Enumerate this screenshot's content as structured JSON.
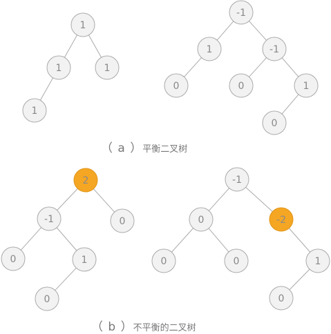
{
  "colors": {
    "node_fill": "#f2f2f2",
    "node_stroke": "#aaaaaa",
    "node_text": "#888888",
    "edge": "#aaaaaa",
    "highlight_fill": "#f5a623",
    "highlight_stroke": "#e0951a",
    "highlight_text": "#8a8a8a"
  },
  "captions": {
    "a": {
      "open": "（ a ）",
      "text": "平衡二叉树"
    },
    "b": {
      "open": "（ b ）",
      "text": "不平衡的二叉树"
    }
  },
  "trees": [
    {
      "id": "a-left",
      "nodes": [
        {
          "id": "n1",
          "label": "1"
        },
        {
          "id": "n2",
          "label": "1"
        },
        {
          "id": "n3",
          "label": "1"
        },
        {
          "id": "n4",
          "label": "1"
        }
      ],
      "edges": [
        [
          "n1",
          "n2"
        ],
        [
          "n1",
          "n3"
        ],
        [
          "n2",
          "n4"
        ]
      ]
    },
    {
      "id": "a-right",
      "nodes": [
        {
          "id": "n1",
          "label": "-1"
        },
        {
          "id": "n2",
          "label": "1"
        },
        {
          "id": "n3",
          "label": "-1"
        },
        {
          "id": "n4",
          "label": "0"
        },
        {
          "id": "n5",
          "label": "0"
        },
        {
          "id": "n6",
          "label": "1"
        },
        {
          "id": "n7",
          "label": "0"
        }
      ],
      "edges": [
        [
          "n1",
          "n2"
        ],
        [
          "n1",
          "n3"
        ],
        [
          "n2",
          "n4"
        ],
        [
          "n3",
          "n5"
        ],
        [
          "n3",
          "n6"
        ],
        [
          "n6",
          "n7"
        ]
      ]
    },
    {
      "id": "b-left",
      "nodes": [
        {
          "id": "n1",
          "label": "2",
          "highlight": true
        },
        {
          "id": "n2",
          "label": "-1"
        },
        {
          "id": "n3",
          "label": "0"
        },
        {
          "id": "n4",
          "label": "0"
        },
        {
          "id": "n5",
          "label": "1"
        },
        {
          "id": "n6",
          "label": "0"
        }
      ],
      "edges": [
        [
          "n1",
          "n2"
        ],
        [
          "n1",
          "n3"
        ],
        [
          "n2",
          "n4"
        ],
        [
          "n2",
          "n5"
        ],
        [
          "n5",
          "n6"
        ]
      ]
    },
    {
      "id": "b-right",
      "nodes": [
        {
          "id": "n1",
          "label": "-1"
        },
        {
          "id": "n2",
          "label": "0"
        },
        {
          "id": "n3",
          "label": "-2",
          "highlight": true
        },
        {
          "id": "n4",
          "label": "0"
        },
        {
          "id": "n5",
          "label": "0"
        },
        {
          "id": "n6",
          "label": "1"
        },
        {
          "id": "n7",
          "label": "0"
        }
      ],
      "edges": [
        [
          "n1",
          "n2"
        ],
        [
          "n1",
          "n3"
        ],
        [
          "n2",
          "n4"
        ],
        [
          "n2",
          "n5"
        ],
        [
          "n3",
          "n6"
        ],
        [
          "n6",
          "n7"
        ]
      ]
    }
  ]
}
